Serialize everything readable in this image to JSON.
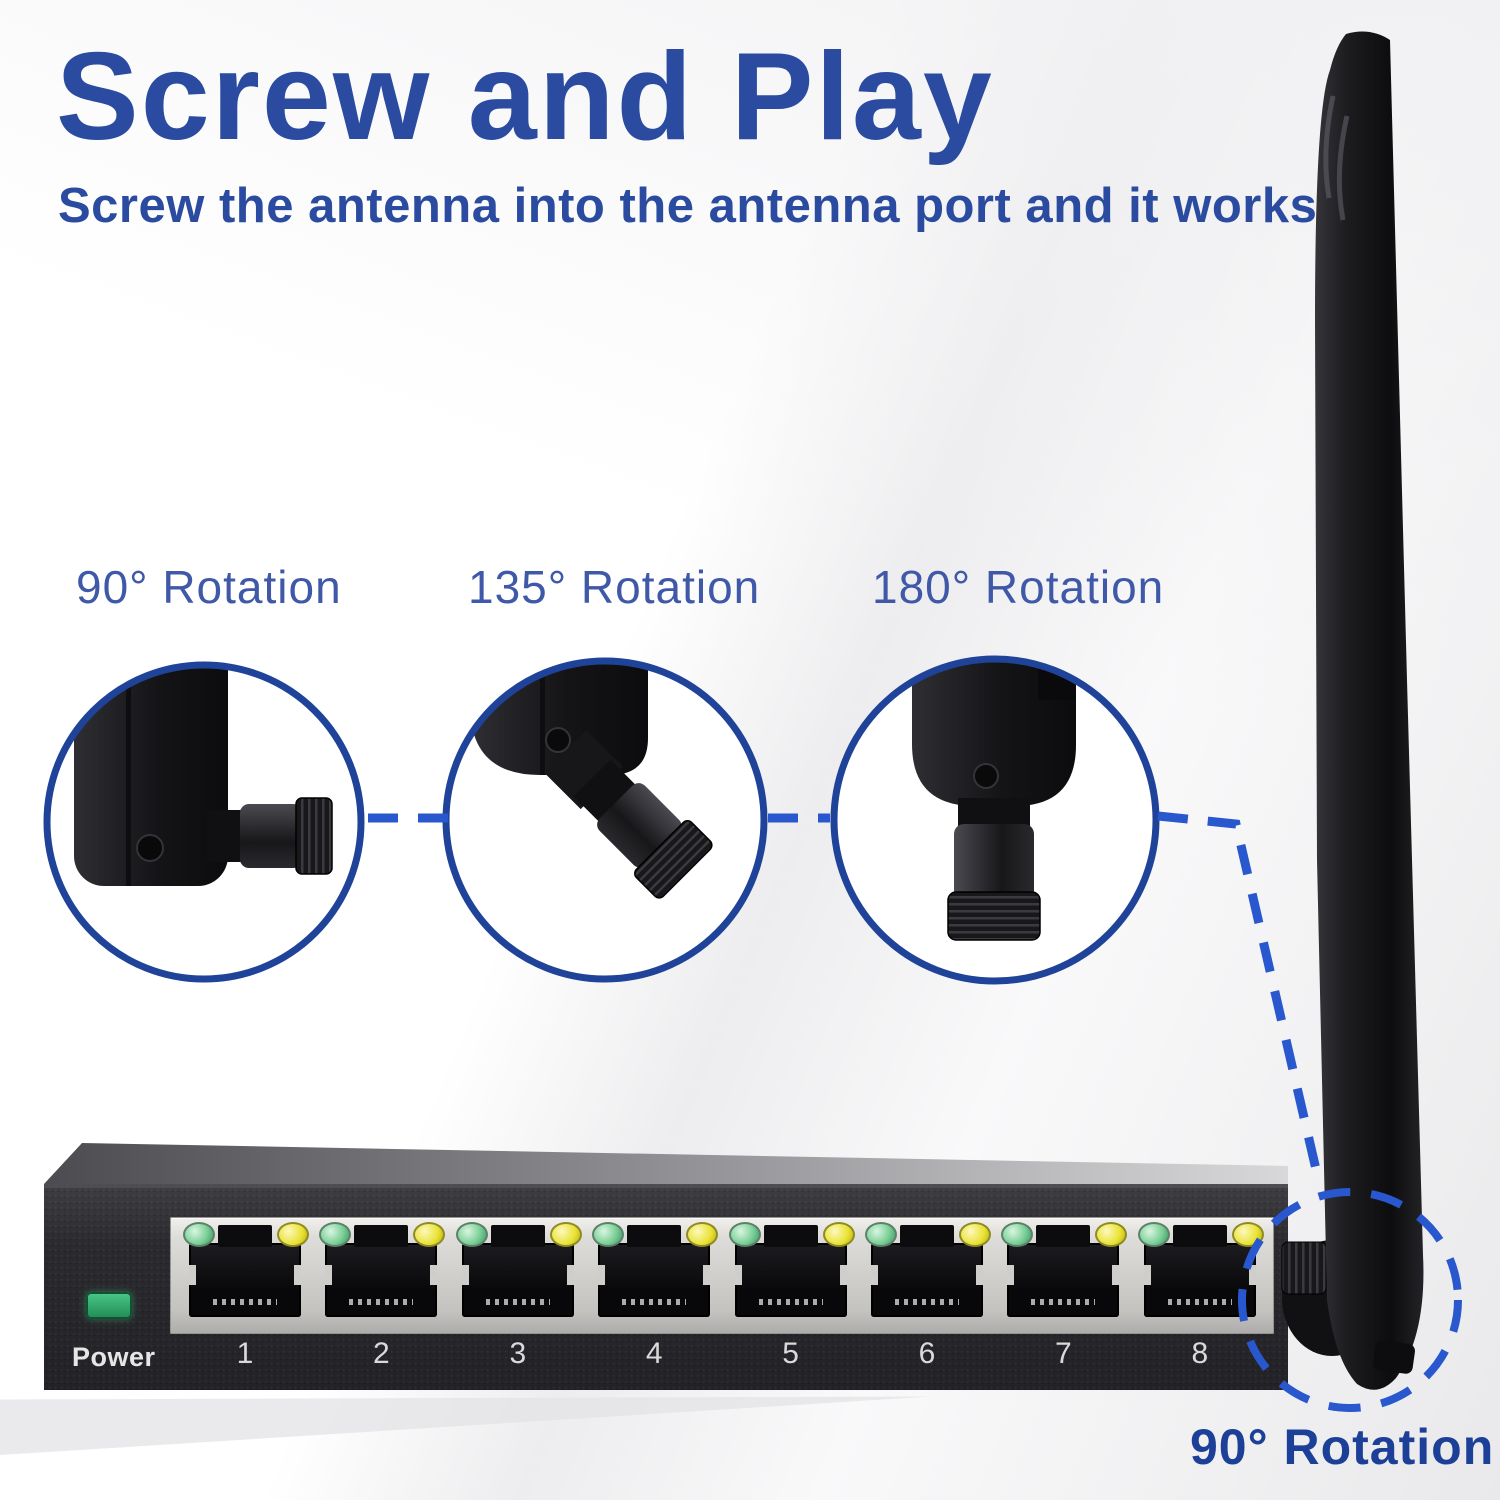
{
  "header": {
    "title": "Screw and Play",
    "subtitle": "Screw the antenna into the antenna port and it works"
  },
  "callouts": {
    "items": [
      {
        "label": "90° Rotation"
      },
      {
        "label": "135° Rotation"
      },
      {
        "label": "180° Rotation"
      }
    ]
  },
  "device": {
    "power_label": "Power",
    "port_labels": [
      "1",
      "2",
      "3",
      "4",
      "5",
      "6",
      "7",
      "8"
    ]
  },
  "footer": {
    "caption": "90° Rotation"
  },
  "icons": {
    "green_led": "green-led-icon",
    "yellow_led": "yellow-led-icon",
    "power_led": "power-led-icon"
  },
  "colors": {
    "headline_blue": "#2a4b9f",
    "label_blue": "#3f58a7",
    "caption_blue": "#1c4097",
    "dash_blue": "#2857ce",
    "ring_navy": "#20439a",
    "led_green": "#7ccf97",
    "led_yellow": "#e9e232",
    "power_green": "#2f9e62",
    "switch_body": "#2b2b2f",
    "bezel_silver": "#c9c8c5"
  }
}
